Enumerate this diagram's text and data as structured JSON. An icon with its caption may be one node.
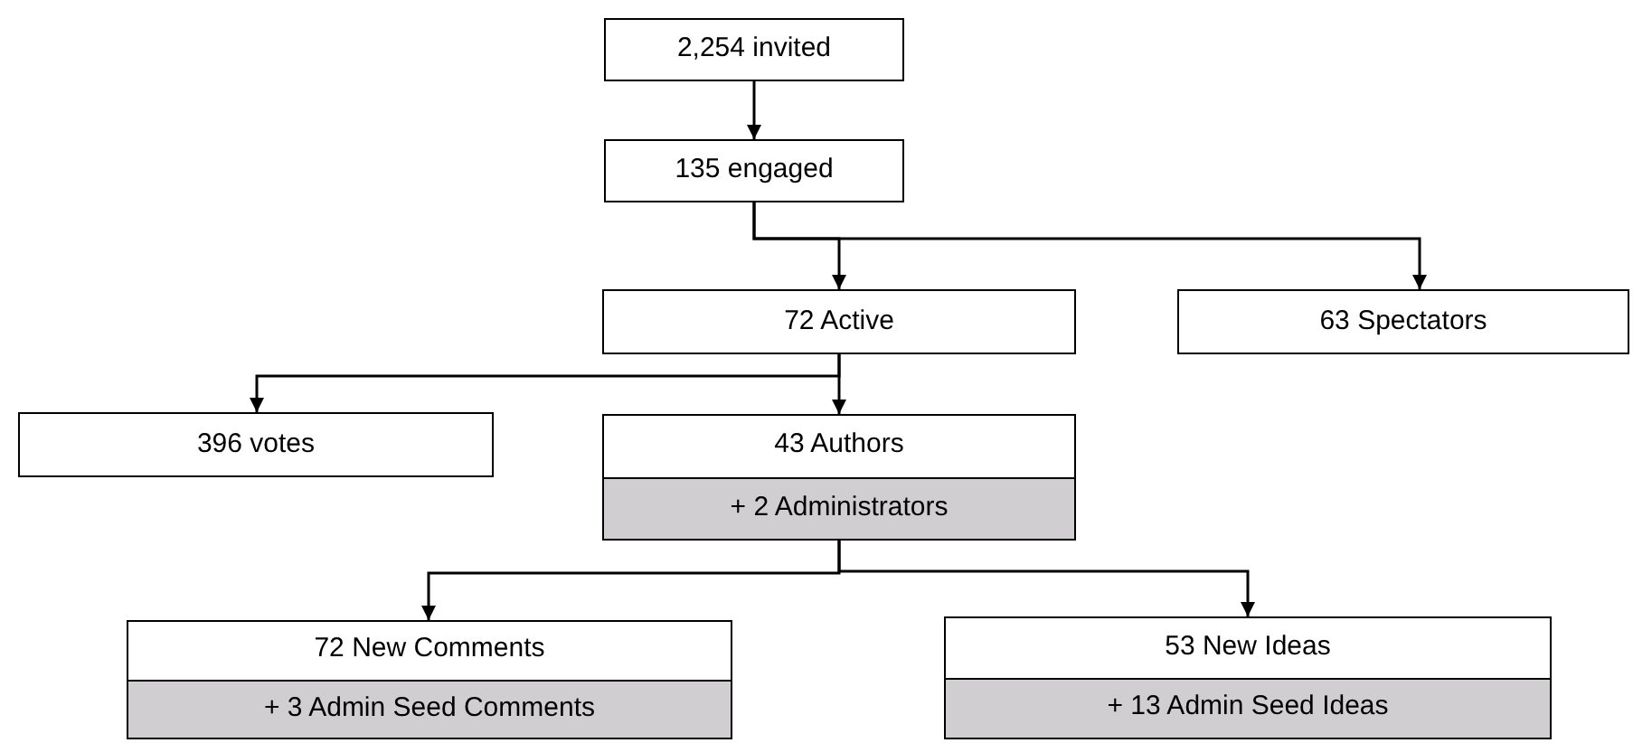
{
  "diagram": {
    "nodes": [
      {
        "text": [
          "2,254 invited"
        ]
      },
      {
        "text": [
          "135 engaged"
        ]
      },
      {
        "text": [
          "72 Active"
        ]
      },
      {
        "text": [
          "63 Spectators"
        ]
      },
      {
        "text": [
          "396 votes"
        ]
      },
      {
        "text": [
          "43 Authors",
          "+ 2 Administrators"
        ]
      },
      {
        "text": [
          "72 New Comments",
          "+ 3 Admin Seed Comments"
        ]
      },
      {
        "text": [
          "53 New Ideas",
          "+ 13 Admin Seed Ideas"
        ]
      }
    ],
    "edges": [
      {
        "from": 0,
        "to": 1,
        "arrow": "to"
      },
      {
        "from": 1,
        "to": 2,
        "arrow": "to"
      },
      {
        "from": 1,
        "to": 3,
        "arrow": "to"
      },
      {
        "from": 2,
        "to": 4,
        "arrow": "to"
      },
      {
        "from": 2,
        "to": 5,
        "arrow": "to"
      },
      {
        "from": 5,
        "to": 6,
        "arrow": "to"
      },
      {
        "from": 5,
        "to": 7,
        "arrow": "to"
      }
    ]
  }
}
